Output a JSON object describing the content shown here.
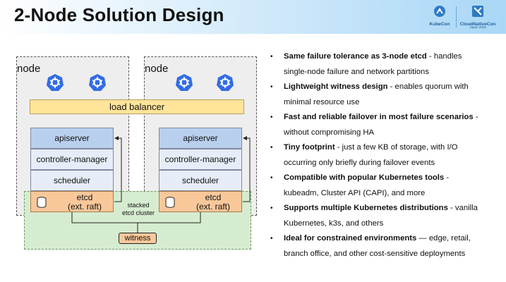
{
  "slide": {
    "title": "2-Node Solution Design",
    "logos": {
      "kubecon": "KubeCon",
      "cloudnativecon": "CloudNativeCon",
      "event": "Japan 2025"
    }
  },
  "diagram": {
    "nodes": [
      {
        "label": "node"
      },
      {
        "label": "node"
      }
    ],
    "load_balancer": "load balancer",
    "components": [
      "apiserver",
      "controller-manager",
      "scheduler"
    ],
    "etcd_line1": "etcd",
    "etcd_line2": "(ext. raft)",
    "stacked_label_line1": "stacked",
    "stacked_label_line2": "etcd cluster",
    "witness": "witness",
    "colors": {
      "node_bg": "#eeeeee",
      "load_balancer": "#ffe499",
      "apiserver": "#b9cfee",
      "component": "#e6edf8",
      "etcd": "#f9c89a",
      "etcd_cluster": "#d6ecd0",
      "k8s_icon": "#326ce5"
    },
    "icons": [
      "kubernetes-icon",
      "database-icon"
    ]
  },
  "bullets": [
    {
      "bold": "Same failure tolerance as 3-node etcd",
      "line1_rest": " - handles",
      "line2": "single-node failure and network partitions"
    },
    {
      "bold": "Lightweight witness design",
      "line1_rest": " - enables quorum with",
      "line2": "minimal resource use"
    },
    {
      "bold": "Fast and reliable failover in most failure scenarios",
      "line1_rest": " -",
      "line2": "without compromising HA"
    },
    {
      "bold": "Tiny footprint",
      "line1_rest": " - just a few KB of storage, with I/O",
      "line2": "occurring only briefly during failover events"
    },
    {
      "bold": "Compatible with popular Kubernetes tools",
      "line1_rest": " -",
      "line2": "kubeadm, Cluster API (CAPI), and more"
    },
    {
      "bold": "Supports multiple Kubernetes distributions",
      "line1_rest": " - vanilla",
      "line2": "Kubernetes, k3s, and others"
    },
    {
      "bold": "Ideal for constrained environments",
      "line1_rest": " — edge, retail,",
      "line2": "branch office, and other cost-sensitive deployments"
    }
  ]
}
